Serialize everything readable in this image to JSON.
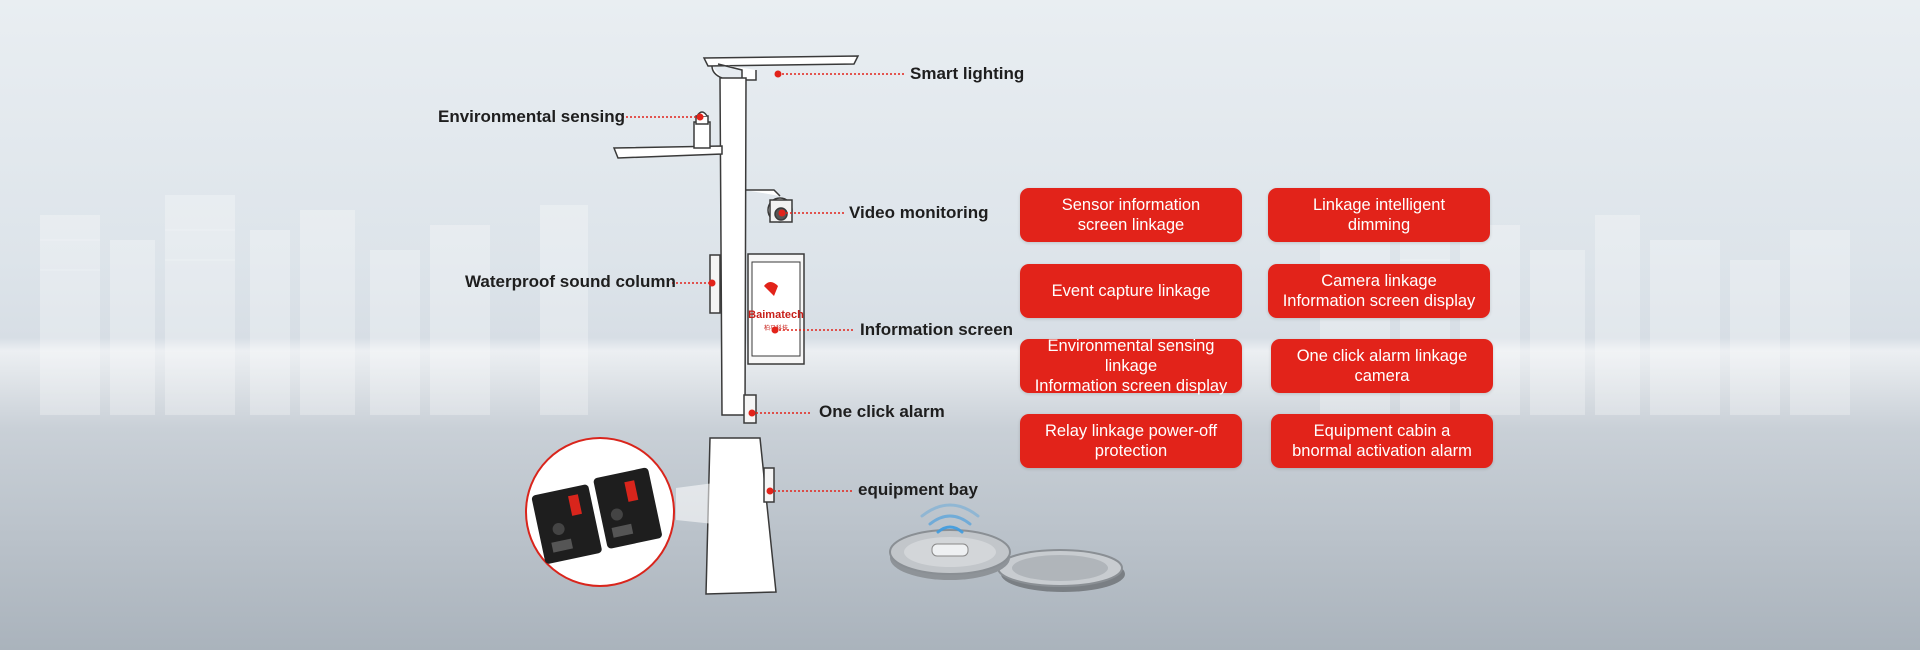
{
  "callouts": {
    "smart_lighting": "Smart lighting",
    "environmental_sensing": "Environmental sensing",
    "video_monitoring": "Video monitoring",
    "waterproof_sound_column": "Waterproof sound column",
    "information_screen": "Information screen",
    "one_click_alarm": "One click alarm",
    "equipment_bay": "equipment bay"
  },
  "screen_logo": {
    "brand": "Baimatech",
    "sub": "柏马科技"
  },
  "features": [
    {
      "line1": "Sensor information",
      "line2": "screen linkage"
    },
    {
      "line1": "Linkage intelligent",
      "line2": "dimming"
    },
    {
      "line1": "Event capture linkage",
      "line2": ""
    },
    {
      "line1": "Camera linkage",
      "line2": "Information screen display"
    },
    {
      "line1": "Environmental sensing linkage",
      "line2": "Information screen display"
    },
    {
      "line1": "One click alarm linkage",
      "line2": "camera"
    },
    {
      "line1": "Relay linkage power-off",
      "line2": "protection"
    },
    {
      "line1": "Equipment cabin a",
      "line2": "bnormal activation alarm"
    }
  ],
  "colors": {
    "accent": "#e2231a",
    "callout_dot": "#e2231a",
    "pole_outline": "#3a3a3a"
  },
  "icons": [
    "street-light-pole",
    "environment-sensor-icon",
    "dome-camera-icon",
    "speaker-column-icon",
    "info-screen-icon",
    "alarm-button-icon",
    "power-module-icon",
    "manhole-cover-sensor-icon",
    "wifi-signal-icon"
  ]
}
